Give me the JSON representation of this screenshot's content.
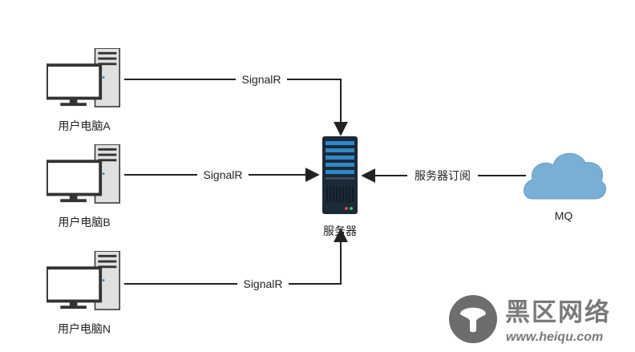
{
  "nodes": {
    "clients": [
      {
        "label": "用户电脑A",
        "edge_label": "SignalR"
      },
      {
        "label": "用户电脑B",
        "edge_label": "SignalR"
      },
      {
        "label": "用户电脑N",
        "edge_label": "SignalR"
      }
    ],
    "server": {
      "label": "服务器"
    },
    "mq": {
      "label": "MQ",
      "edge_label": "服务器订阅"
    }
  },
  "watermark": {
    "cn": "黑区网络",
    "url": "www.heiqu.com"
  },
  "colors": {
    "arrow": "#222222",
    "cloud": "#7aafd5",
    "server_body": "#1c2a38",
    "server_bay": "#2f88c8",
    "monitor_frame": "#333333",
    "tower_fill": "#dddddd",
    "watermark_logo": "#6d6d6d"
  },
  "icons": [
    "desktop-computer-icon",
    "server-rack-icon",
    "cloud-icon",
    "watermark-logo-icon"
  ]
}
